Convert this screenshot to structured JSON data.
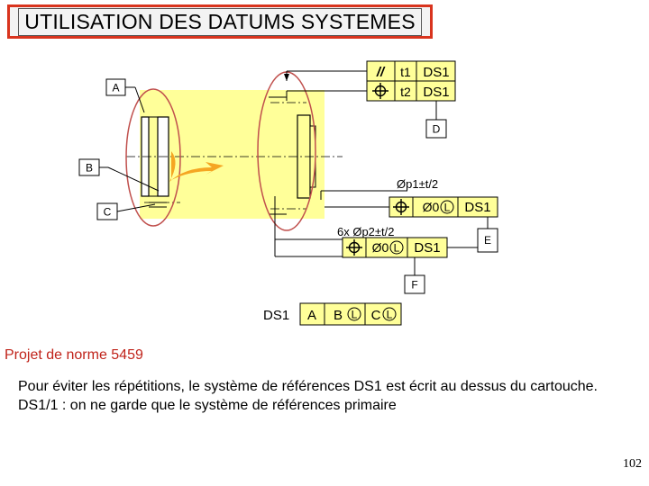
{
  "title": "UTILISATION DES DATUMS SYSTEMES",
  "drawing": {
    "datum_labels": {
      "a": "A",
      "b": "B",
      "c": "C",
      "d": "D",
      "e": "E",
      "f": "F"
    },
    "frame_top": {
      "row1": {
        "symbol": "//",
        "tol": "t1",
        "ref": "DS1"
      },
      "row2": {
        "symbol": "⌖",
        "tol": "t2",
        "ref": "DS1"
      }
    },
    "dim_p1": "Øp1±t/2",
    "frame_c": {
      "symbol": "⌖",
      "tol": "Ø0",
      "mod": "L",
      "ref": "DS1"
    },
    "dim_p2": "6x  Øp2±t/2",
    "frame_holes": {
      "symbol": "⌖",
      "tol": "Ø0",
      "mod": "L",
      "ref": "DS1"
    },
    "ds_definition": {
      "name": "DS1",
      "primary": "A",
      "secondary": "B",
      "secondary_mod": "L",
      "tertiary": "C",
      "tertiary_mod": "L"
    }
  },
  "norm_text": "Projet de norme 5459",
  "paragraph": {
    "line1": "Pour éviter les répétitions, le système de références DS1 est écrit au dessus du cartouche.",
    "line2": "DS1/1 : on ne garde que le système de références primaire"
  },
  "page_number": "102",
  "colors": {
    "title_border": "#d9341e",
    "part_fill": "#ffff99",
    "arrow": "#f5a623",
    "ellipse": "#c0504d",
    "norm_text": "#c0231a"
  }
}
